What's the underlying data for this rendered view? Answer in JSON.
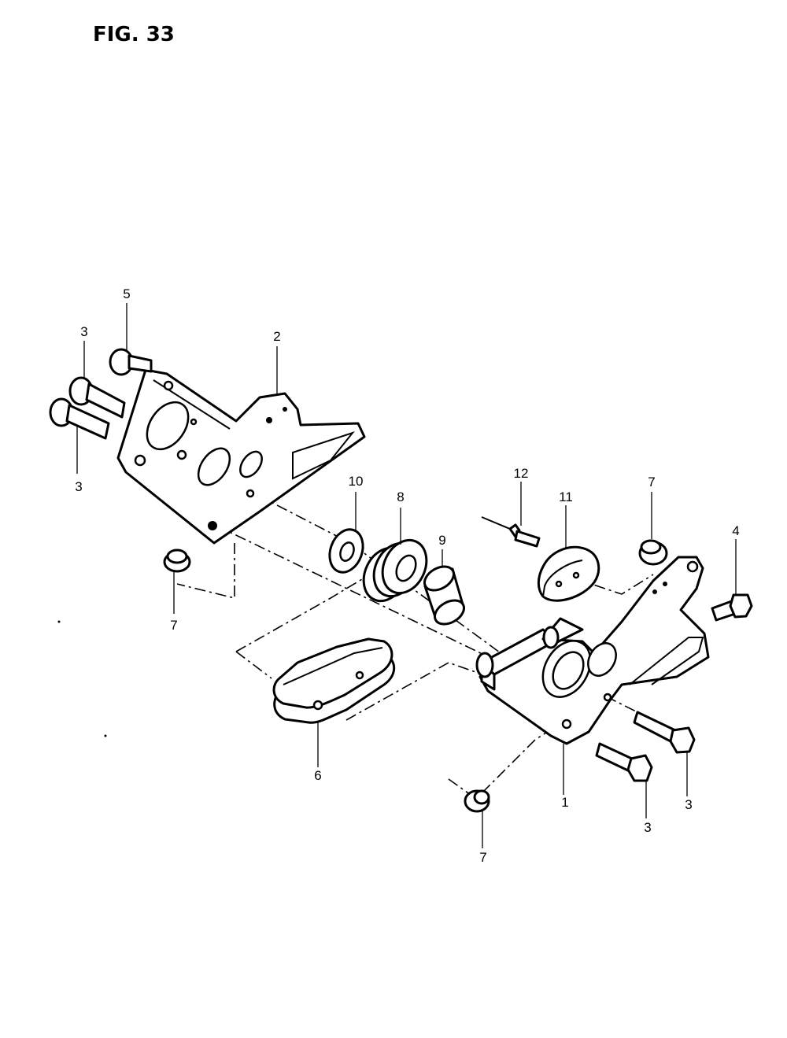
{
  "figure": {
    "title": "FIG. 33"
  },
  "callouts": {
    "c1": "1",
    "c2": "2",
    "c3a": "3",
    "c3b": "3",
    "c3c": "3",
    "c3d": "3",
    "c4": "4",
    "c5": "5",
    "c6": "6",
    "c7a": "7",
    "c7b": "7",
    "c7c": "7",
    "c8": "8",
    "c9": "9",
    "c10": "10",
    "c11": "11",
    "c12": "12"
  }
}
